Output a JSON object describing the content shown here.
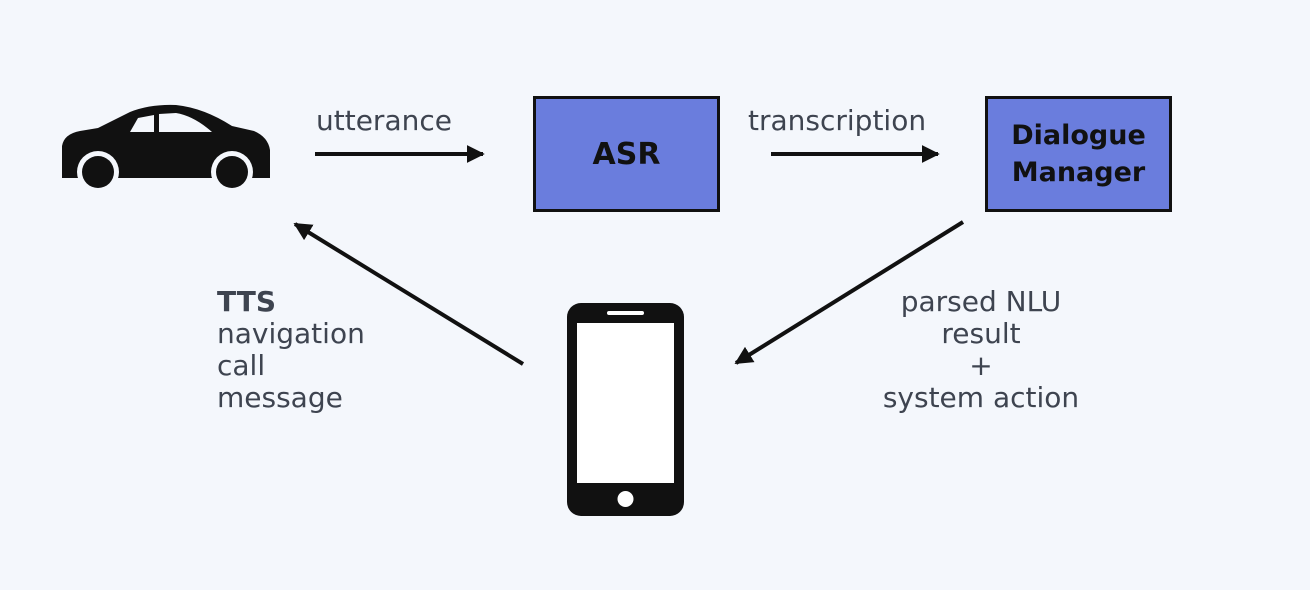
{
  "nodes": {
    "asr": "ASR",
    "dialogue_manager": [
      "Dialogue",
      "Manager"
    ]
  },
  "edges": {
    "utterance": "utterance",
    "transcription": "transcription",
    "phone_to_car": [
      "TTS",
      "navigation",
      "call",
      "message"
    ],
    "dm_to_phone": [
      "parsed NLU",
      "result",
      "+",
      "system action"
    ]
  },
  "icons": {
    "car": "car-icon",
    "phone": "smartphone-icon"
  },
  "colors": {
    "background": "#f4f7fc",
    "box_fill": "#6a7ddd",
    "stroke": "#111111",
    "text": "#3e4450"
  }
}
